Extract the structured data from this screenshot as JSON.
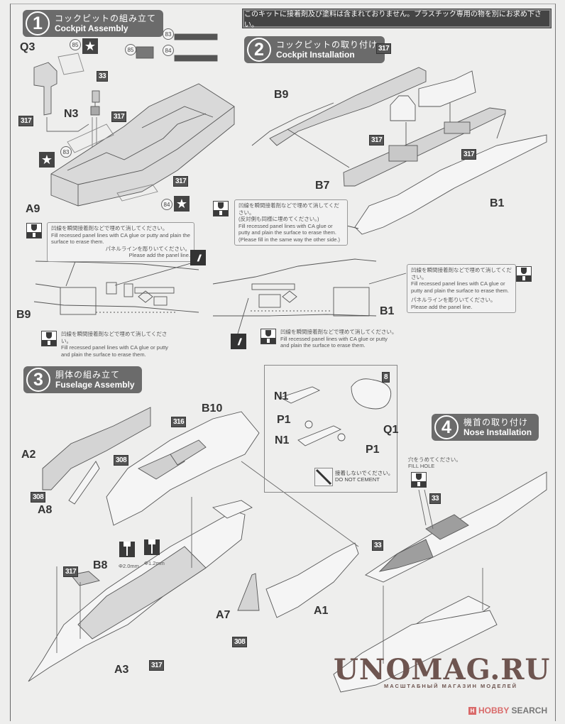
{
  "notice": "このキットに接着剤及び塗料は含まれておりません。プラスチック専用の物を別にお求め下さい。",
  "steps": [
    {
      "number": "1",
      "title_jp": "コックピットの組み立て",
      "title_en": "Cockpit Assembly"
    },
    {
      "number": "2",
      "title_jp": "コックピットの取り付け",
      "title_en": "Cockpit Installation"
    },
    {
      "number": "3",
      "title_jp": "胴体の組み立て",
      "title_en": "Fuselage Assembly"
    },
    {
      "number": "4",
      "title_jp": "機首の取り付け",
      "title_en": "Nose Installation"
    }
  ],
  "parts": {
    "q3": "Q3",
    "n3": "N3",
    "a9": "A9",
    "b9": "B9",
    "b7": "B7",
    "b1": "B1",
    "b9_detail": "B9",
    "b1_detail": "B1",
    "b10": "B10",
    "a2": "A2",
    "a8": "A8",
    "b8": "B8",
    "a3": "A3",
    "a7": "A7",
    "a1": "A1",
    "n1_top": "N1",
    "n1_bottom": "N1",
    "p1_left": "P1",
    "p1_right": "P1",
    "q1": "Q1"
  },
  "color_codes": {
    "c317_q3": "317",
    "c33_n3": "33",
    "c317_n3": "317",
    "c317_a9": "317",
    "c317_b9": "317",
    "c317_b7": "317",
    "c317_b1": "317",
    "c316": "316",
    "c308_a2": "308",
    "c308_a8": "308",
    "c317_b8": "317",
    "c317_a3": "317",
    "c308_a7": "308",
    "c8": "8",
    "c33_nose_a": "33",
    "c33_nose_b": "33"
  },
  "decals": {
    "d85_a": "85",
    "d85_b": "85",
    "d83_a": "83",
    "d84_a": "84",
    "d83_b": "83",
    "d84_b": "84"
  },
  "star_icon": "★",
  "scribe_icon": "///",
  "notes": {
    "step1_fill": {
      "jp": "凹線を瞬間接着剤などで埋めて消してください。",
      "en": "Fill recessed panel lines with CA glue or putty and plain the surface to erase them.",
      "jp2": "パネルラインを彫りいてください。",
      "en2": "Please add the panel line."
    },
    "step2_fill": {
      "jp": "凹線を瞬間接着剤などで埋めて消してください。",
      "jp2": "(反対側も同様に埋めてください。)",
      "en": "Fill recessed panel lines with CA glue or putty and plain the surface to erase them.",
      "en2": "(Please fill in the same way the other side.)"
    },
    "step2_right": {
      "jp": "凹線を瞬間接着剤などで埋めて消してください。",
      "en": "Fill recessed panel lines with CA glue or putty and plain the surface to erase them.",
      "jp2": "パネルラインを彫りいてください。",
      "en2": "Please add the panel line."
    },
    "b9_fill": {
      "jp": "凹線を瞬間接着剤などで埋めて消してください。",
      "en": "Fill recessed panel lines with CA glue or putty and plain the surface to erase them."
    },
    "b1_fill": {
      "jp": "凹線を瞬間接着剤などで埋めて消してください。",
      "en": "Fill recessed panel lines with CA glue or putty and plain the surface to erase them."
    },
    "do_not_cement": {
      "jp": "接着しないでください。",
      "en": "DO NOT CEMENT"
    },
    "fill_hole": {
      "jp": "穴をうめてください。",
      "en": "FILL HOLE"
    }
  },
  "drill": {
    "d20": "Φ2.0mm",
    "d12": "Φ1.2mm"
  },
  "watermark": {
    "title": "UNOMAG.RU",
    "subtitle": "МАСШТАБНЫЙ МАГАЗИН МОДЕЛЕЙ"
  },
  "hobbysearch": {
    "hobby": "HOBBY",
    "search": " SEARCH",
    "logo": "H"
  }
}
